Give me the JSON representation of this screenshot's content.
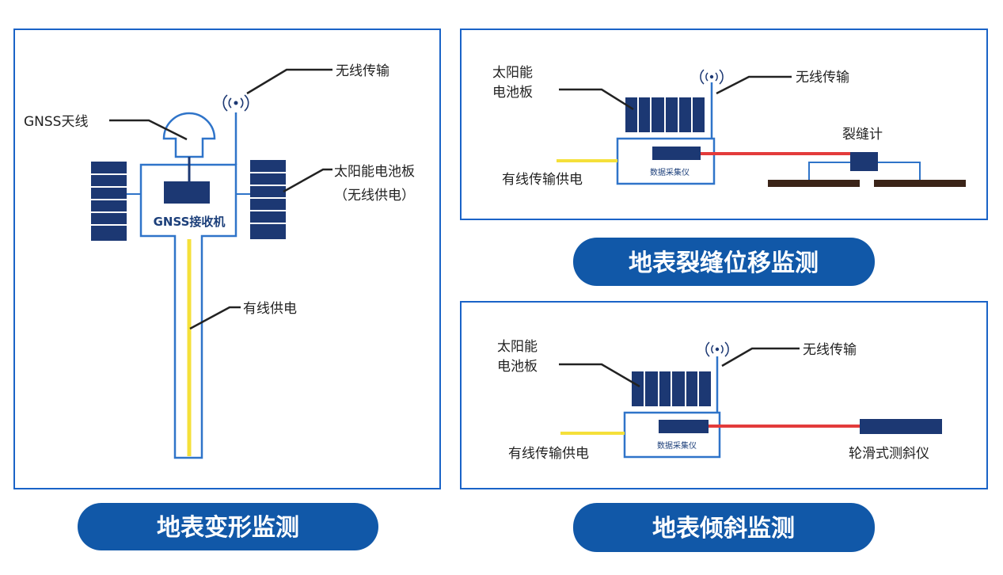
{
  "colors": {
    "frame_blue": "#1a63c7",
    "outline_blue": "#2f74c9",
    "panel_navy": "#1c3873",
    "pill_blue": "#1158a8",
    "power_yellow": "#f5e03a",
    "signal_red": "#e33b3b",
    "ground_brown": "#3b2418"
  },
  "deformation": {
    "title": "地表变形监测",
    "wireless_label": "无线传输",
    "antenna_label": "GNSS天线",
    "solar_label_line1": "太阳能电池板",
    "solar_label_line2": "（无线供电）",
    "receiver_label": "GNSS接收机",
    "wired_power_label": "有线供电"
  },
  "crack": {
    "title": "地表裂缝位移监测",
    "solar_label_line1": "太阳能",
    "solar_label_line2": "电池板",
    "wireless_label": "无线传输",
    "wired_label": "有线传输供电",
    "logger_label": "数据采集仪",
    "sensor_label": "裂缝计"
  },
  "tilt": {
    "title": "地表倾斜监测",
    "solar_label_line1": "太阳能",
    "solar_label_line2": "电池板",
    "wireless_label": "无线传输",
    "wired_label": "有线传输供电",
    "logger_label": "数据采集仪",
    "sensor_label": "轮滑式测斜仪"
  }
}
